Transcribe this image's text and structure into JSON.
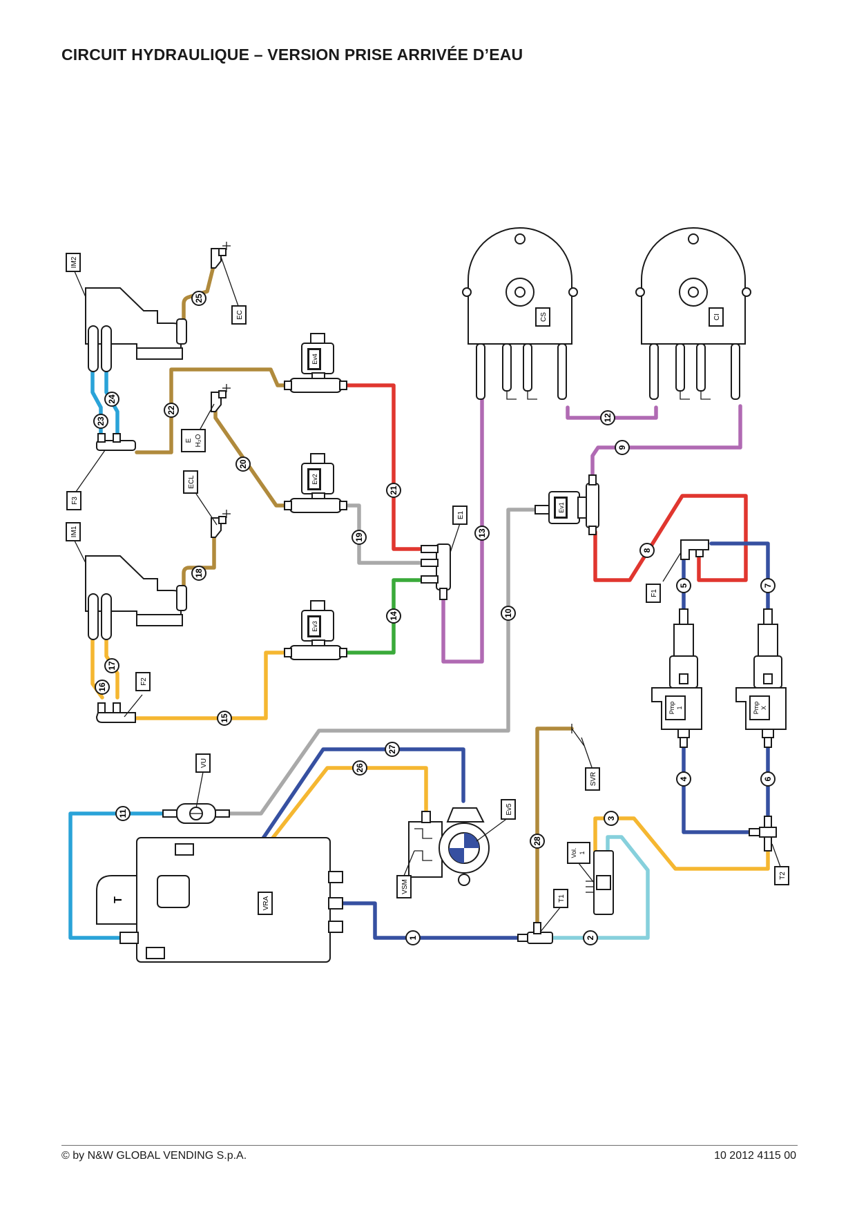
{
  "header": {
    "title": "CIRCUIT HYDRAULIQUE – VERSION PRISE ARRIVÉE D’EAU"
  },
  "footer": {
    "copyright": "© by N&W GLOBAL VENDING S.p.A.",
    "doc_number": "10 2012 4115 00"
  },
  "colors": {
    "blue_light": "#2aa3d8",
    "gold": "#b08a3c",
    "red": "#e0362f",
    "grey": "#a9a9a9",
    "green": "#3aaa3a",
    "yellow": "#f5b731",
    "purple": "#b06ab3",
    "navy": "#3650a1",
    "cyan_light": "#86d0dc"
  },
  "components": {
    "IM2": "IM2",
    "EC": "EC",
    "EH2O_line1": "E",
    "EH2O_line2": "H₂O",
    "F3": "F3",
    "ECL": "ECL",
    "IM1": "IM1",
    "F2": "F2",
    "Ev4": "Ev4",
    "Ev2": "Ev2",
    "Ev3": "Ev3",
    "E1": "E1",
    "CS": "CS",
    "CI": "CI",
    "Ev1": "Ev1",
    "F1": "F1",
    "Pmp1_line1": "Pmp",
    "Pmp1_line2": "1",
    "PmpX_line1": "Pmp",
    "PmpX_line2": "X",
    "VU": "VU",
    "VRA": "VRA",
    "VRA_mark": "T",
    "VSM": "VSM",
    "Ev5": "Ev5",
    "SVR": "SVR",
    "Vol_line1": "Vol.",
    "Vol_line2": "1",
    "T1": "T1",
    "T2": "T2"
  },
  "pipes": {
    "p1": "1",
    "p2": "2",
    "p3": "3",
    "p4": "4",
    "p5": "5",
    "p6": "6",
    "p7": "7",
    "p8": "8",
    "p9": "9",
    "p10": "10",
    "p11": "11",
    "p12": "12",
    "p13": "13",
    "p14": "14",
    "p15": "15",
    "p16": "16",
    "p17": "17",
    "p18": "18",
    "p19": "19",
    "p20": "20",
    "p21": "21",
    "p22": "22",
    "p23": "23",
    "p24": "24",
    "p25": "25",
    "p26": "26",
    "p27": "27",
    "p28": "28"
  }
}
